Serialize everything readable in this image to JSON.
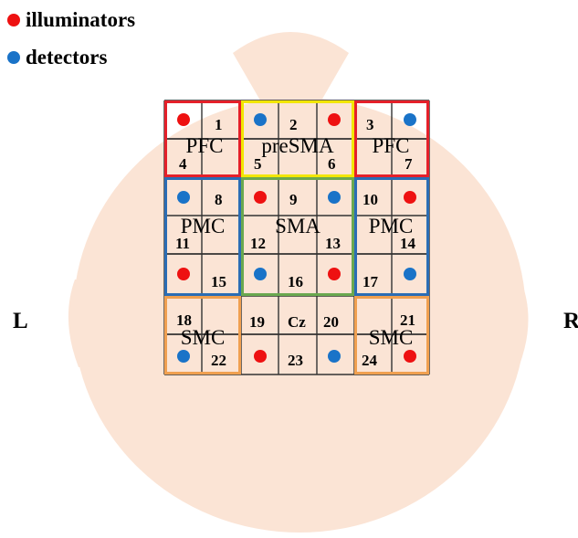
{
  "legend": {
    "illuminators_label": "illuminators",
    "detectors_label": "detectors"
  },
  "side_labels": {
    "left": "L",
    "right": "R"
  },
  "regions": [
    {
      "id": "pfc-left",
      "label": "PFC",
      "border_color": "#e5202a"
    },
    {
      "id": "presma",
      "label": "preSMA",
      "border_color": "#f2e600"
    },
    {
      "id": "pfc-right",
      "label": "PFC",
      "border_color": "#e5202a"
    },
    {
      "id": "pmc-left",
      "label": "PMC",
      "border_color": "#2a6db5"
    },
    {
      "id": "sma",
      "label": "SMA",
      "border_color": "#6aa84f"
    },
    {
      "id": "pmc-right",
      "label": "PMC",
      "border_color": "#2a6db5"
    },
    {
      "id": "smc-left",
      "label": "SMC",
      "border_color": "#f0a050"
    },
    {
      "id": "smc-right",
      "label": "SMC",
      "border_color": "#f0a050"
    }
  ],
  "channels": [
    "1",
    "2",
    "3",
    "4",
    "5",
    "6",
    "7",
    "8",
    "9",
    "10",
    "11",
    "12",
    "13",
    "14",
    "15",
    "16",
    "17",
    "18",
    "19",
    "20",
    "21",
    "22",
    "23",
    "24"
  ],
  "center_label": "Cz",
  "colors": {
    "illuminator": "#ee1111",
    "detector": "#1a73c8",
    "head": "#fbe4d5",
    "grid": "#333333"
  },
  "optodes": [
    "illuminator",
    "detector",
    "illuminator",
    "detector",
    "detector",
    "illuminator",
    "detector",
    "illuminator",
    "illuminator",
    "detector",
    "illuminator",
    "detector",
    "detector",
    "illuminator",
    "detector",
    "illuminator"
  ]
}
